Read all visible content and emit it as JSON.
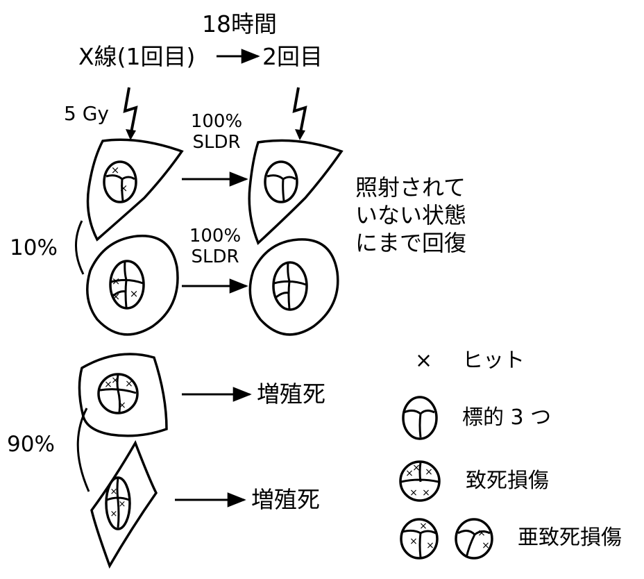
{
  "header": {
    "time": "18時間",
    "xray_first": "X線(1回目)",
    "second": "2回目"
  },
  "dose": "5 Gy",
  "branches": {
    "upper_pct": "10%",
    "lower_pct": "90%",
    "sldr_1": "100%",
    "sldr_1_label": "SLDR",
    "sldr_2": "100%",
    "sldr_2_label": "SLDR",
    "outcome_1": "増殖死",
    "outcome_2": "増殖死"
  },
  "recovery_note": "照射されて\nいない状態\nにまで回復",
  "legend": {
    "hit_symbol": "×",
    "hit": "ヒット",
    "targets": "標的 3 つ",
    "lethal": "致死損傷",
    "sublethal": "亜致死損傷"
  },
  "colors": {
    "ink": "#000000",
    "background": "#ffffff"
  }
}
